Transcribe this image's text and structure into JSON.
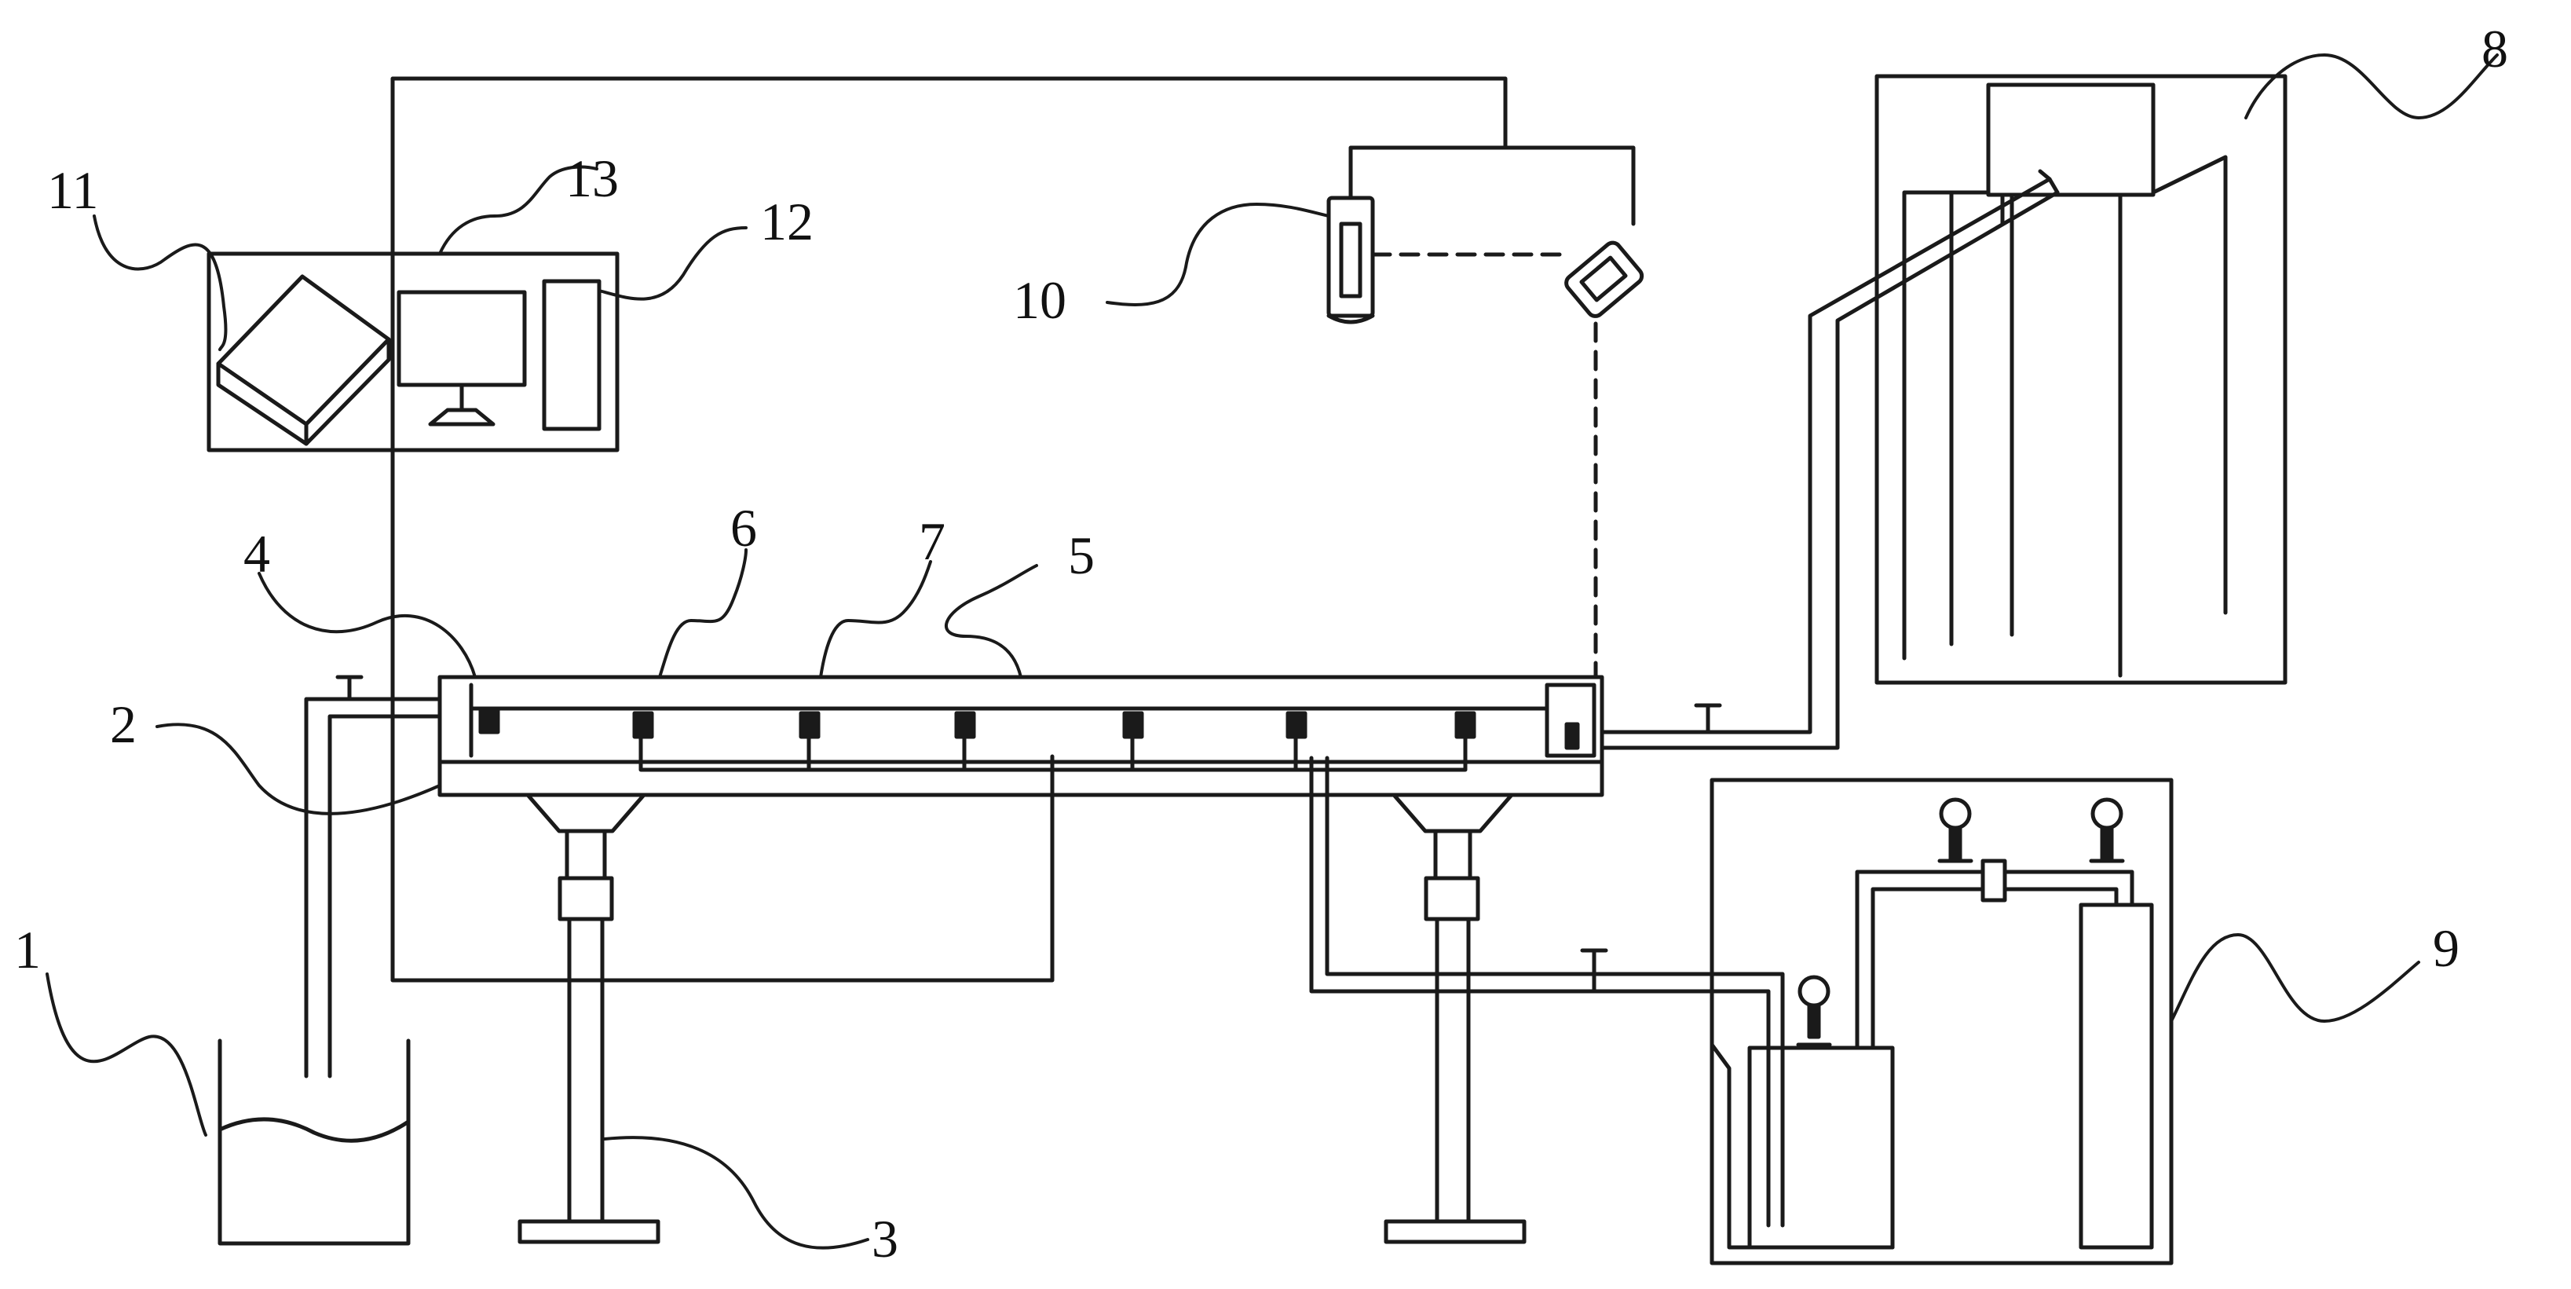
{
  "colors": {
    "stroke": "#1a1a1a",
    "background": "#ffffff"
  },
  "labels": {
    "l1": "1",
    "l2": "2",
    "l3": "3",
    "l4": "4",
    "l5": "5",
    "l6": "6",
    "l7": "7",
    "l8": "8",
    "l9": "9",
    "l10": "10",
    "l11": "11",
    "l12": "12",
    "l13": "13"
  },
  "icons": {
    "computer": "desktop-monitor-icon",
    "laptop": "laptop-icon",
    "tower": "pc-tower-icon",
    "camera": "camera-icon",
    "laser": "laser-emitter-icon",
    "gauge": "pressure-gauge-icon",
    "valve": "valve-icon"
  }
}
